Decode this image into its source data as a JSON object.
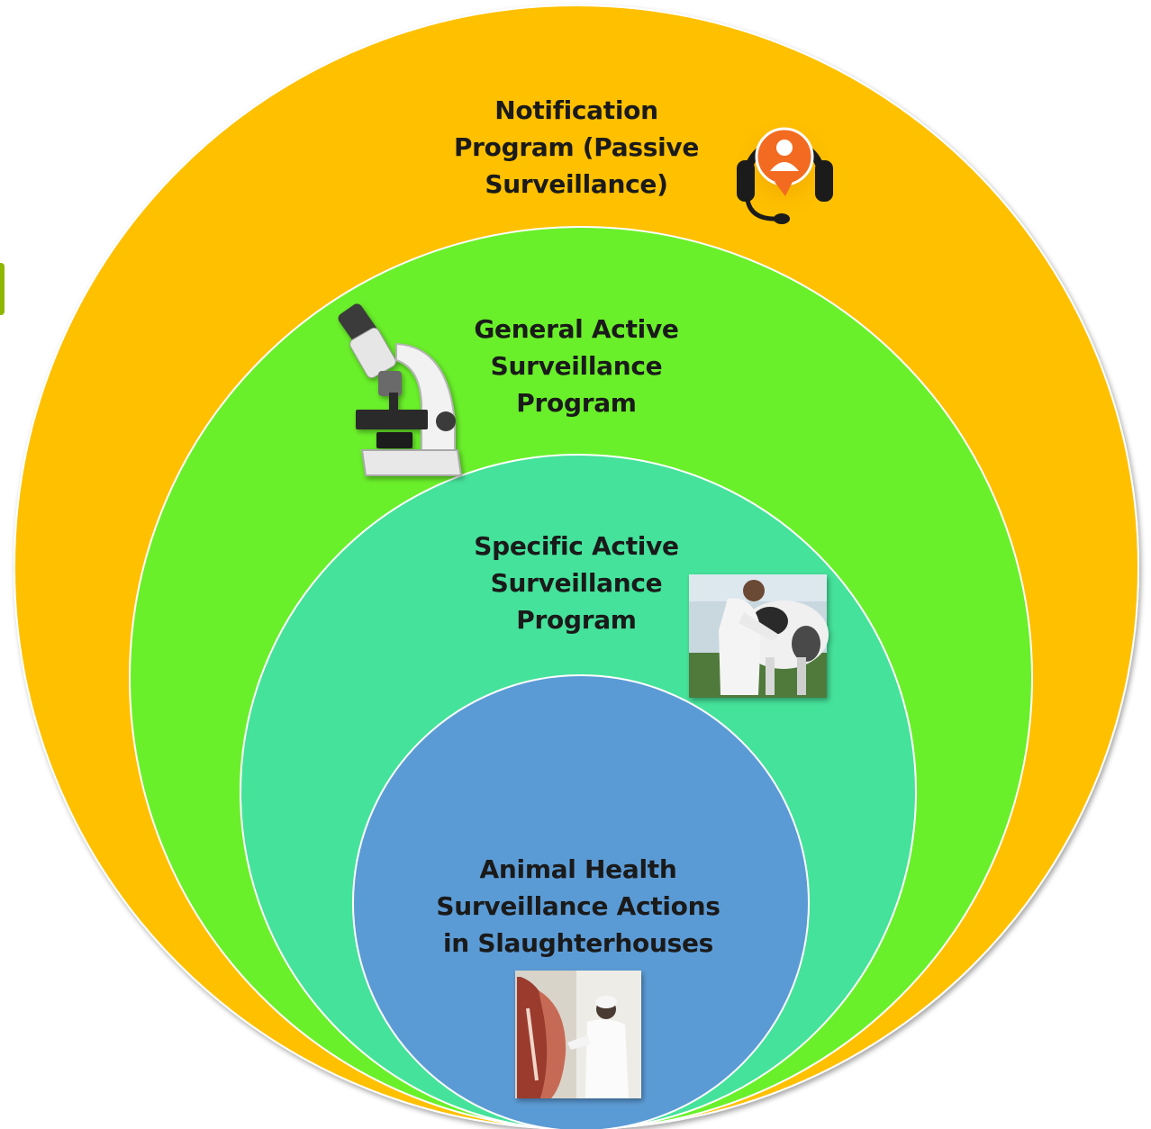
{
  "rings": [
    {
      "id": "notification",
      "color": "#FFC000",
      "lines": [
        "Notification",
        "Program (Passive",
        "Surveillance)"
      ],
      "icon": "headset-support-icon"
    },
    {
      "id": "general-active",
      "color": "#6AF02A",
      "lines": [
        "General Active",
        "Surveillance",
        "Program"
      ],
      "icon": "microscope-icon"
    },
    {
      "id": "specific-active",
      "color": "#45E29B",
      "lines": [
        "Specific Active",
        "Surveillance",
        "Program"
      ],
      "icon": "cattle-inspection-photo"
    },
    {
      "id": "slaughterhouse",
      "color": "#5B9BD5",
      "lines": [
        "Animal Health",
        "Surveillance Actions",
        "in Slaughterhouses"
      ],
      "icon": "slaughterhouse-inspection-photo"
    }
  ]
}
